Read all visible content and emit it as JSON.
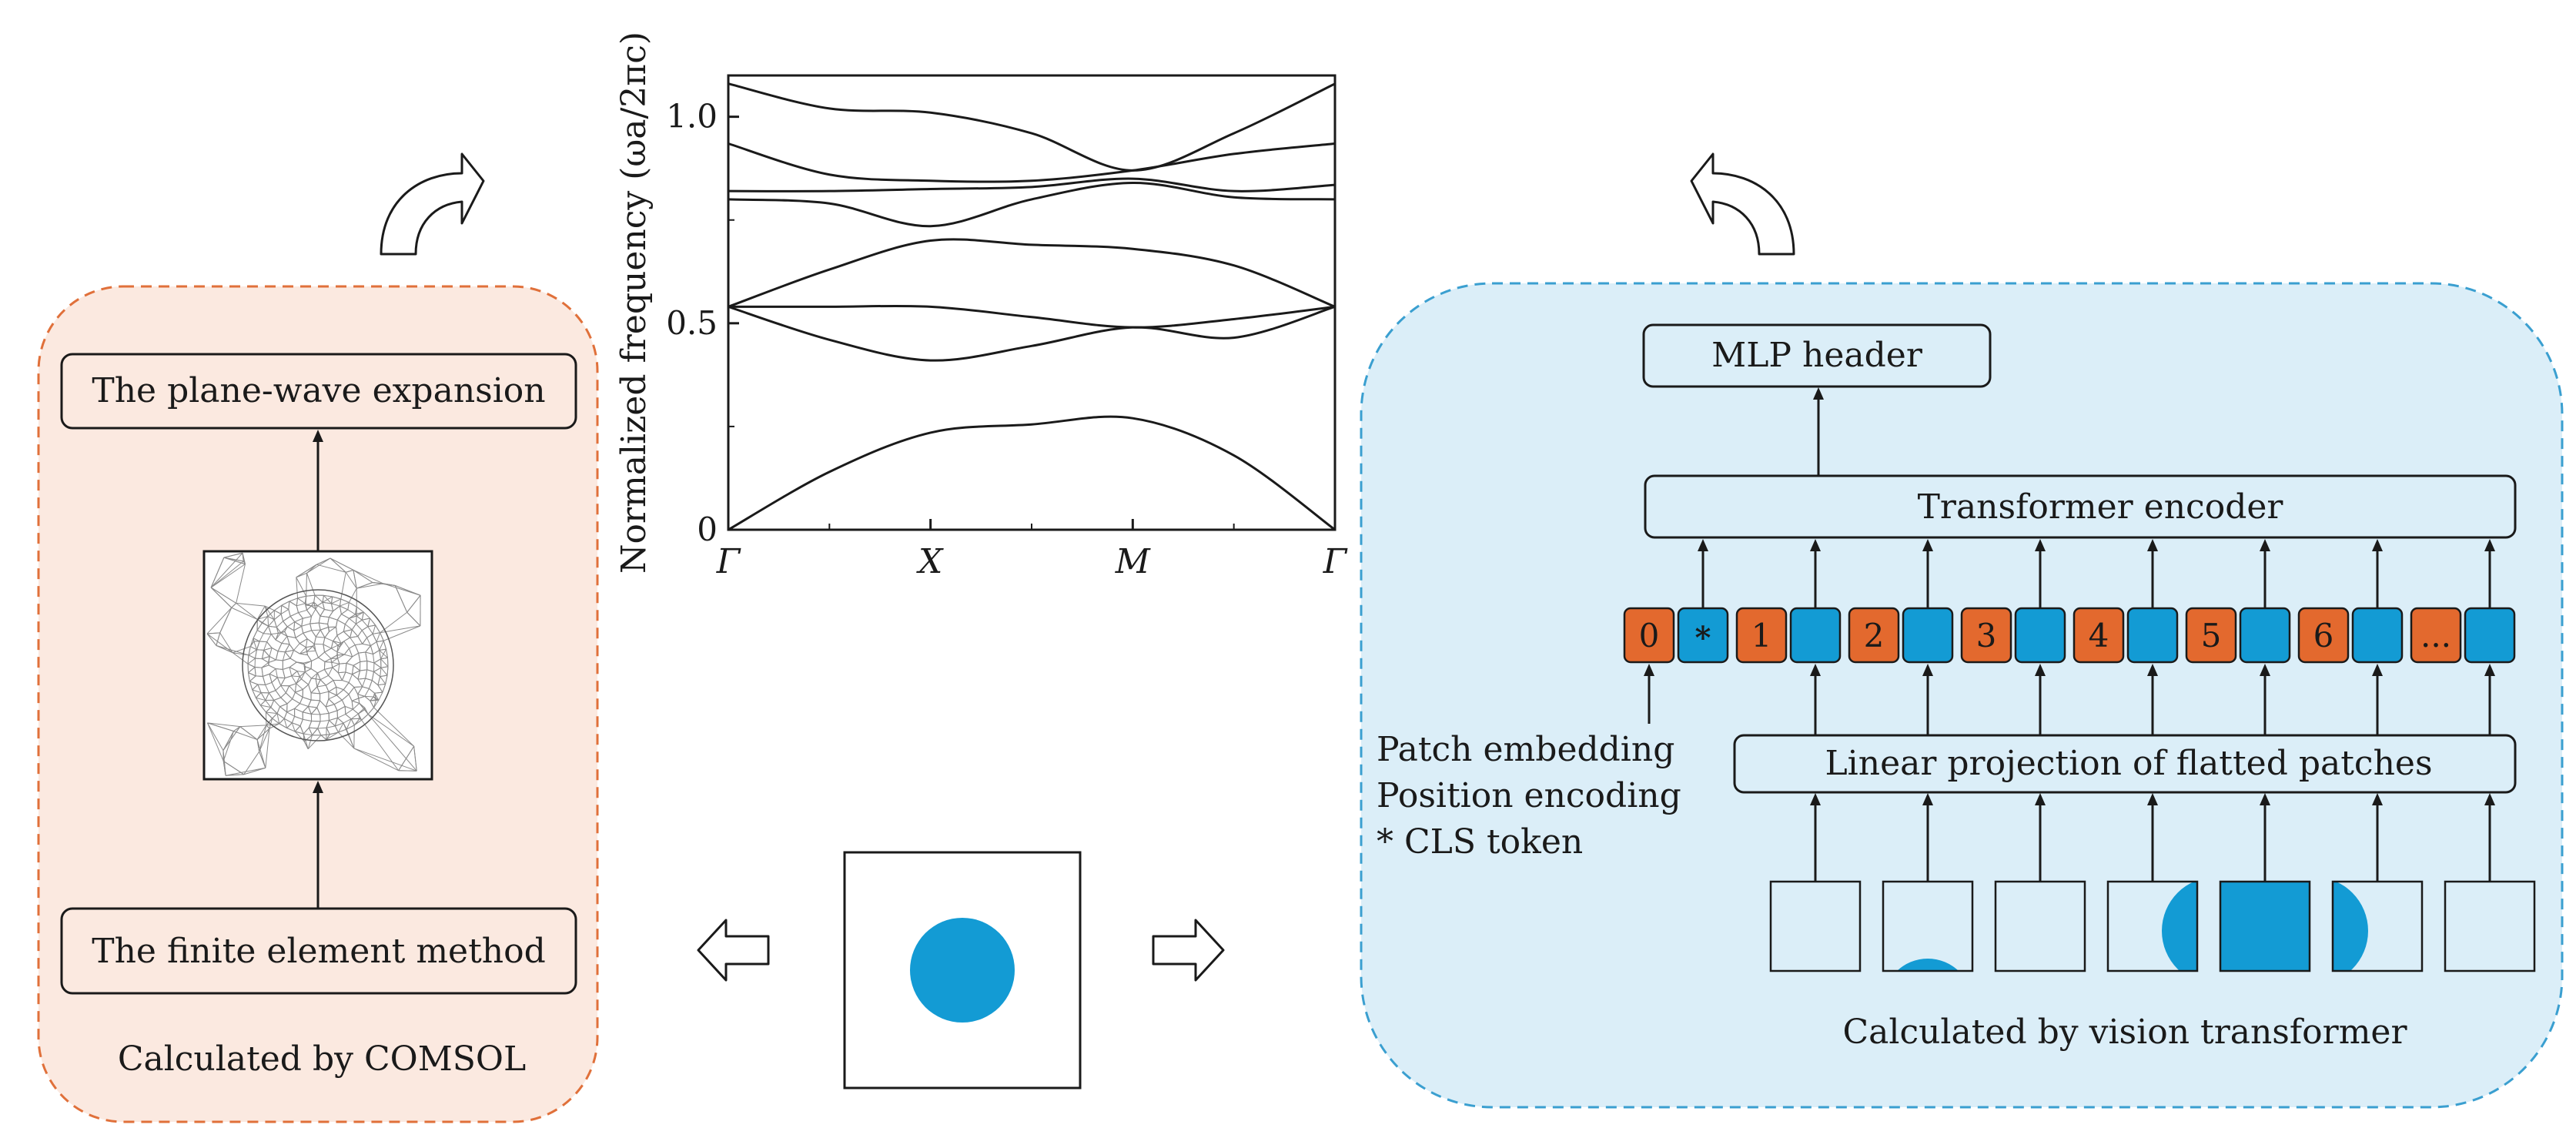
{
  "left_panel": {
    "top_box": "The plane-wave expansion",
    "bottom_box": "The finite element method",
    "caption": "Calculated by COMSOL",
    "fill": "#fbe9e0",
    "border": "#e0703a"
  },
  "right_panel": {
    "mlp_box": "MLP header",
    "transformer_box": "Transformer encoder",
    "linear_box": "Linear projection of flatted patches",
    "legend": [
      "Patch embedding",
      "Position encoding",
      "* CLS token"
    ],
    "caption": "Calculated by vision transformer",
    "fill": "#dbeef8",
    "border": "#3a9fd0",
    "tokens": [
      "0",
      "*",
      "1",
      "2",
      "3",
      "4",
      "5",
      "6",
      "..."
    ]
  },
  "colors": {
    "orange_token": "#e3692e",
    "blue_token": "#139bd4",
    "unit_cell_circle": "#139bd4"
  },
  "chart_data": {
    "type": "line",
    "ylabel": "Normalized frequency (ωa/2πc)",
    "xlabel": "",
    "x_ticks": [
      "Γ",
      "X",
      "M",
      "Γ"
    ],
    "y_ticks": [
      "0",
      "0.5",
      "1.0"
    ],
    "ylim": [
      0,
      1.1
    ],
    "xlim": [
      0,
      3
    ],
    "grid": false,
    "series": [
      {
        "values": [
          [
            0,
            0
          ],
          [
            0.5,
            0.14
          ],
          [
            1.0,
            0.235
          ],
          [
            1.5,
            0.255
          ],
          [
            2.0,
            0.27
          ],
          [
            2.5,
            0.18
          ],
          [
            3.0,
            0
          ]
        ]
      },
      {
        "values": [
          [
            0,
            0.54
          ],
          [
            0.5,
            0.46
          ],
          [
            1.0,
            0.41
          ],
          [
            1.5,
            0.445
          ],
          [
            2.0,
            0.49
          ],
          [
            2.5,
            0.465
          ],
          [
            3.0,
            0.54
          ]
        ]
      },
      {
        "values": [
          [
            0,
            0.54
          ],
          [
            0.5,
            0.54
          ],
          [
            1.0,
            0.54
          ],
          [
            1.5,
            0.515
          ],
          [
            2.0,
            0.49
          ],
          [
            2.5,
            0.51
          ],
          [
            3.0,
            0.54
          ]
        ]
      },
      {
        "values": [
          [
            0,
            0.54
          ],
          [
            0.5,
            0.63
          ],
          [
            1.0,
            0.7
          ],
          [
            1.5,
            0.69
          ],
          [
            2.0,
            0.68
          ],
          [
            2.5,
            0.64
          ],
          [
            3.0,
            0.54
          ]
        ]
      },
      {
        "values": [
          [
            0,
            0.8
          ],
          [
            0.5,
            0.79
          ],
          [
            1.0,
            0.735
          ],
          [
            1.5,
            0.8
          ],
          [
            2.0,
            0.84
          ],
          [
            2.5,
            0.805
          ],
          [
            3.0,
            0.8
          ]
        ]
      },
      {
        "values": [
          [
            0,
            0.82
          ],
          [
            0.5,
            0.82
          ],
          [
            1.0,
            0.825
          ],
          [
            1.5,
            0.83
          ],
          [
            2.0,
            0.85
          ],
          [
            2.5,
            0.82
          ],
          [
            3.0,
            0.835
          ]
        ]
      },
      {
        "values": [
          [
            0,
            0.935
          ],
          [
            0.5,
            0.86
          ],
          [
            1.0,
            0.845
          ],
          [
            1.5,
            0.845
          ],
          [
            2.0,
            0.87
          ],
          [
            2.5,
            0.91
          ],
          [
            3.0,
            0.935
          ]
        ]
      },
      {
        "values": [
          [
            0,
            1.08
          ],
          [
            0.5,
            1.02
          ],
          [
            1.0,
            1.01
          ],
          [
            1.5,
            0.96
          ],
          [
            2.0,
            0.87
          ],
          [
            2.5,
            0.96
          ],
          [
            3.0,
            1.08
          ]
        ]
      }
    ]
  }
}
